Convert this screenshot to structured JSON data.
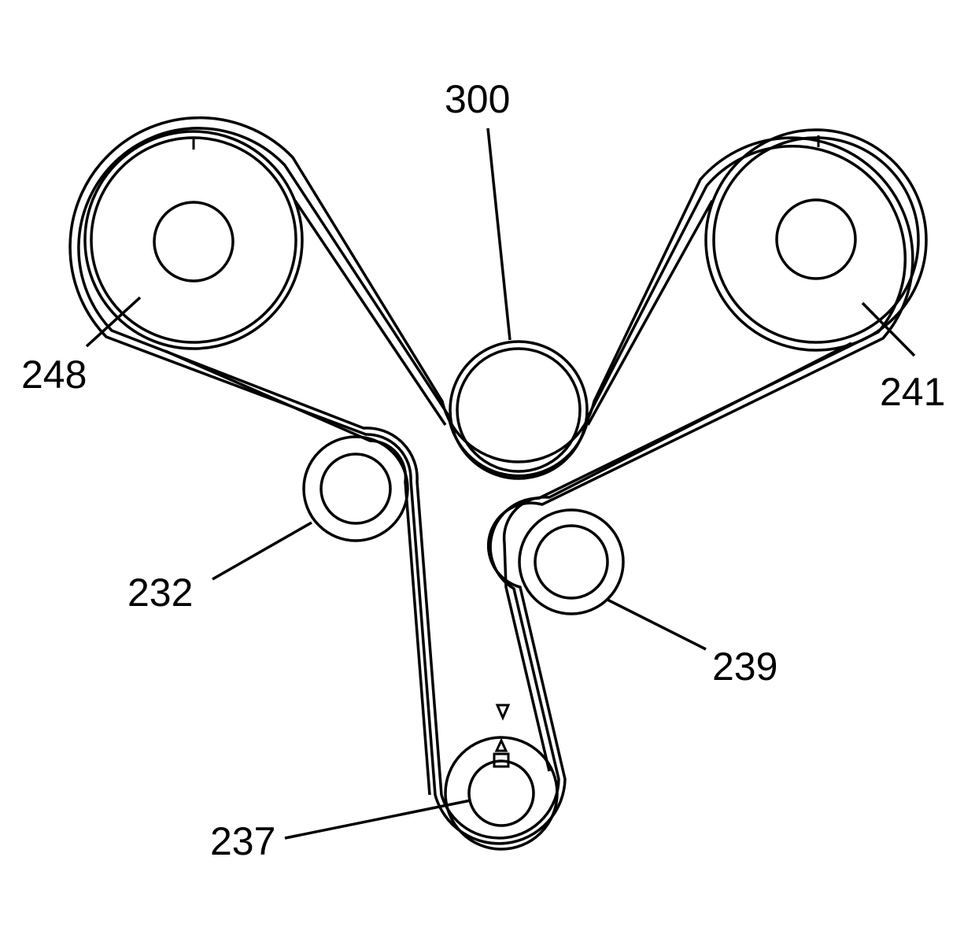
{
  "diagram": {
    "colors": {
      "stroke": "#000000",
      "background": "#ffffff"
    },
    "labels": {
      "camshaft_left": "248",
      "camshaft_right": "241",
      "water_pump": "300",
      "idler_left": "232",
      "tensioner_right": "239",
      "crankshaft": "237"
    }
  }
}
